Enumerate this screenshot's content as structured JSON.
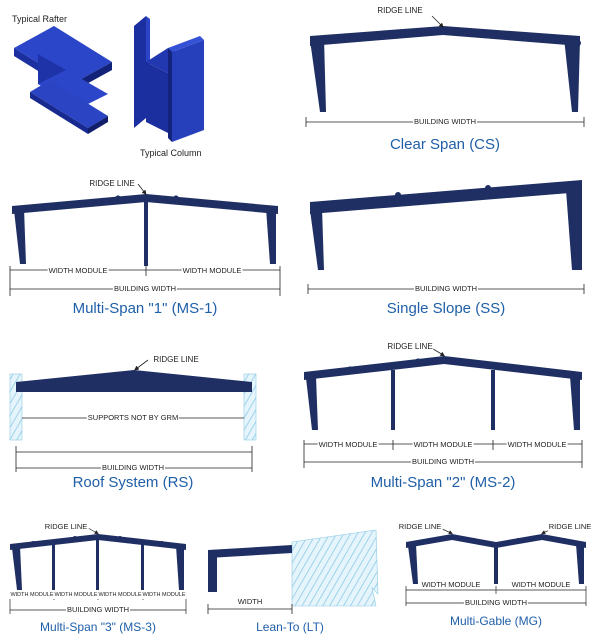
{
  "part_labels": {
    "rafter": "Typical Rafter",
    "column": "Typical Column"
  },
  "common": {
    "ridge_line": "RIDGE LINE",
    "building_width": "BUILDING WIDTH",
    "width_module": "WIDTH MODULE",
    "width": "WIDTH",
    "supports_not_by": "SUPPORTS NOT BY GRM"
  },
  "systems": [
    {
      "key": "cs",
      "title": "Clear Span (CS)"
    },
    {
      "key": "ms1",
      "title": "Multi-Span \"1\" (MS-1)"
    },
    {
      "key": "ss",
      "title": "Single Slope (SS)"
    },
    {
      "key": "rs",
      "title": "Roof System (RS)"
    },
    {
      "key": "ms2",
      "title": "Multi-Span \"2\" (MS-2)"
    },
    {
      "key": "ms3",
      "title": "Multi-Span \"3\" (MS-3)"
    },
    {
      "key": "lt",
      "title": "Lean-To (LT)"
    },
    {
      "key": "mg",
      "title": "Multi-Gable (MG)"
    }
  ],
  "colors": {
    "steel": "#1f2f63",
    "steel_light": "#2b3fc0",
    "title": "#1f5fa8",
    "wall_hatch": "#9fd0e8"
  }
}
